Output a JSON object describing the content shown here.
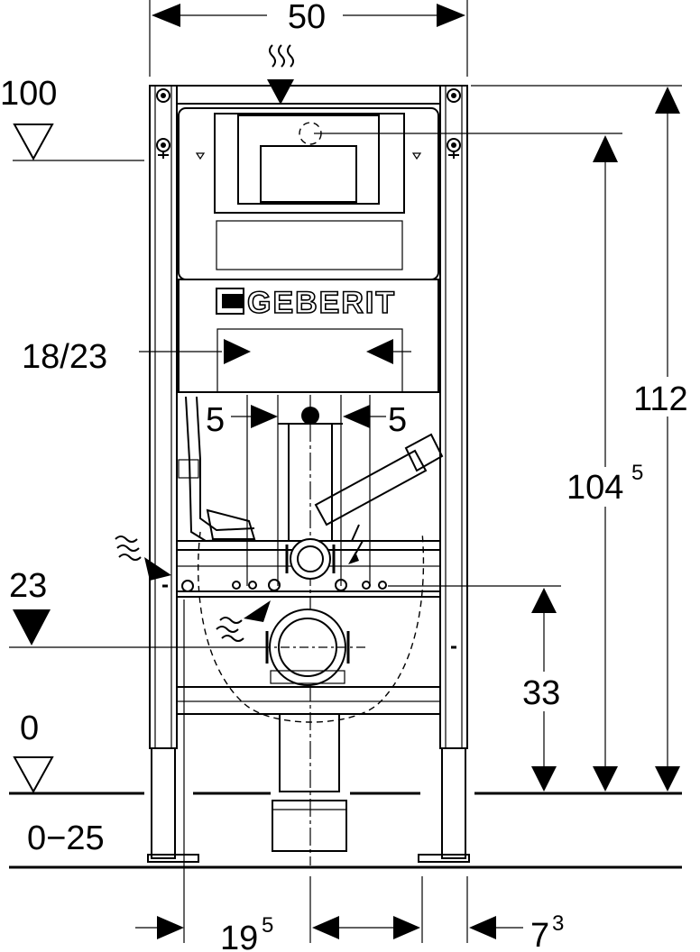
{
  "brand": {
    "logo_text": "GEBERIT"
  },
  "dimensions": {
    "width_top": "50",
    "level_100": "100",
    "level_23": "23",
    "level_0": "0",
    "adjust_range": "0−25",
    "height_112": "112",
    "height_104": "104",
    "height_104_sup": "5",
    "height_33": "33",
    "cutout": "18/23",
    "left_offset": "5",
    "right_offset": "5",
    "bottom_left": "19",
    "bottom_left_sup": "5",
    "bottom_right": "7",
    "bottom_right_sup": "3"
  },
  "icons": {
    "level_triangle": "level-triangle-icon",
    "water_supply": "water-wave-icon",
    "electric": "lightning-icon"
  }
}
